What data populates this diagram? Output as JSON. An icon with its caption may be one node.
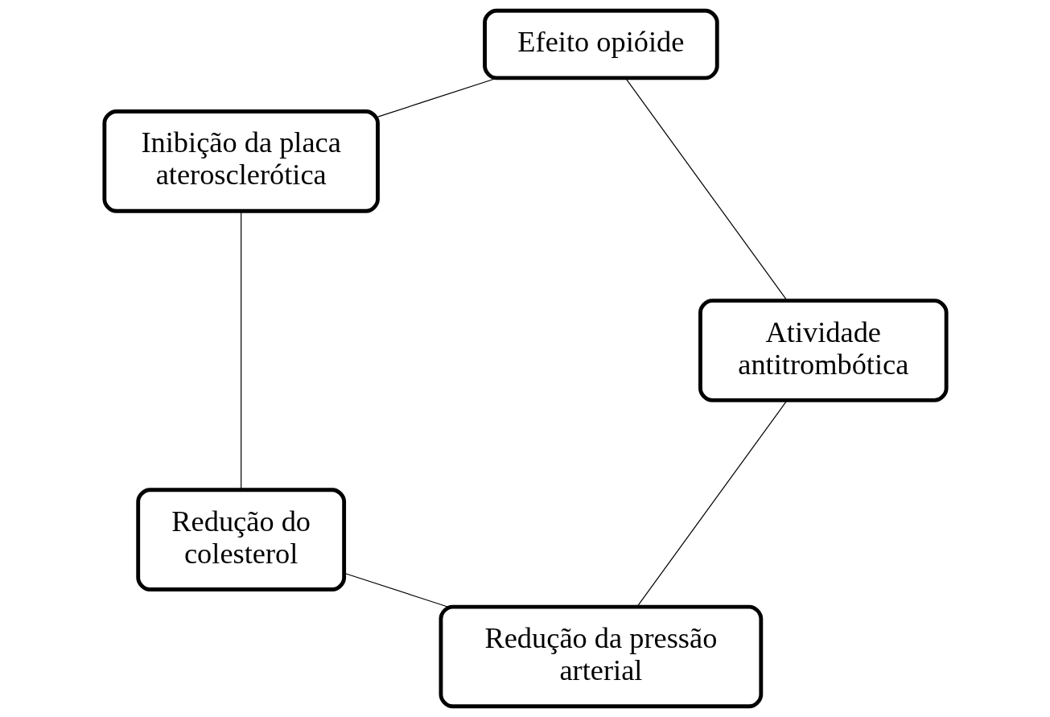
{
  "diagram": {
    "nodes": [
      {
        "text": [
          "Redução da pressão arterial"
        ]
      },
      {
        "text": [
          "Redução do colesterol"
        ]
      },
      {
        "text": [
          "Atividade antitrombótica"
        ]
      },
      {
        "text": [
          "Efeito opióide"
        ]
      },
      {
        "text": [
          "Inibição da placa aterosclerótica"
        ]
      }
    ],
    "edges": [
      {
        "from": 0,
        "to": 1,
        "arrow": "none"
      },
      {
        "from": 1,
        "to": 4,
        "arrow": "none"
      },
      {
        "from": 4,
        "to": 3,
        "arrow": "none"
      },
      {
        "from": 3,
        "to": 2,
        "arrow": "none"
      },
      {
        "from": 2,
        "to": 0,
        "arrow": "none"
      }
    ]
  }
}
